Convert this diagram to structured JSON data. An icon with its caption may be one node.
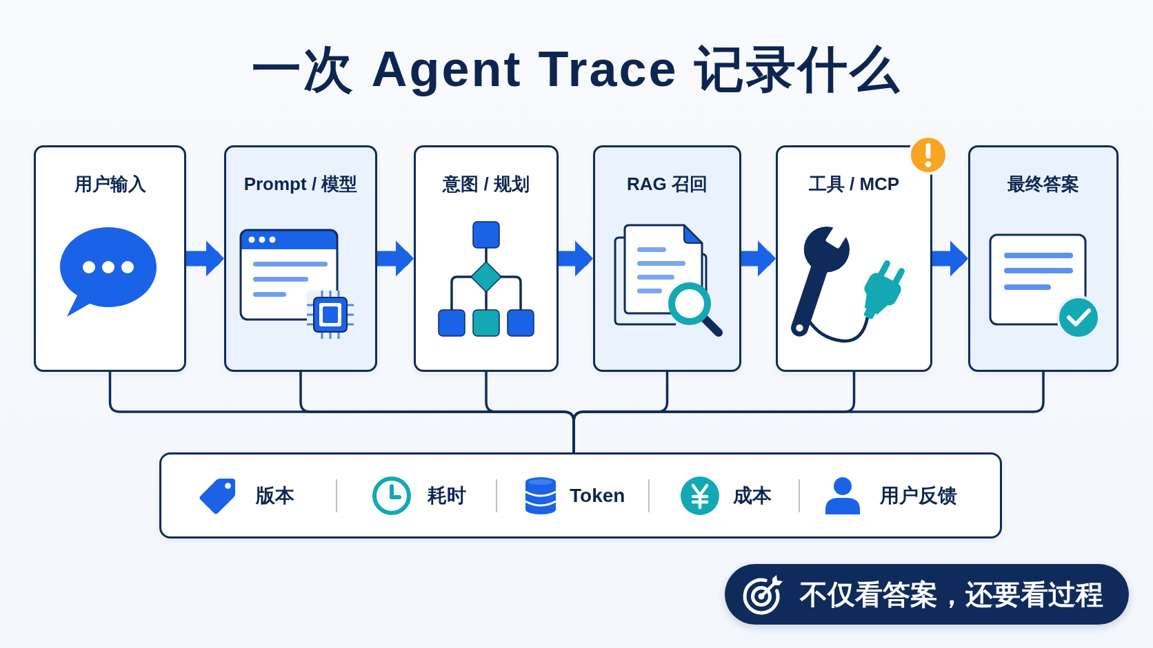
{
  "diagram": {
    "title": "一次 Agent Trace 记录什么",
    "nodes": [
      {
        "text": [
          "用户输入"
        ]
      },
      {
        "text": [
          "Prompt / 模型"
        ]
      },
      {
        "text": [
          "意图 / 规划"
        ]
      },
      {
        "text": [
          "RAG 召回"
        ]
      },
      {
        "text": [
          "工具 / MCP"
        ]
      },
      {
        "text": [
          "最终答案"
        ]
      },
      {
        "text": [
          "版本",
          "耗时",
          "Token",
          "成本",
          "用户反馈"
        ]
      },
      {
        "text": [
          "不仅看答案，还要看过程"
        ]
      }
    ],
    "edges": [
      {
        "from": 0,
        "to": 1,
        "arrow": "to",
        "style": "thick",
        "color": "#1a63e6"
      },
      {
        "from": 1,
        "to": 2,
        "arrow": "to",
        "style": "thick",
        "color": "#1a63e6"
      },
      {
        "from": 2,
        "to": 3,
        "arrow": "to",
        "style": "thick",
        "color": "#1a63e6"
      },
      {
        "from": 3,
        "to": 4,
        "arrow": "to",
        "style": "thick",
        "color": "#1a63e6"
      },
      {
        "from": 4,
        "to": 5,
        "arrow": "to",
        "style": "thick",
        "color": "#1a63e6"
      },
      {
        "from": 0,
        "to": 6,
        "arrow": "none"
      },
      {
        "from": 1,
        "to": 6,
        "arrow": "none"
      },
      {
        "from": 2,
        "to": 6,
        "arrow": "none"
      },
      {
        "from": 3,
        "to": 6,
        "arrow": "none"
      },
      {
        "from": 4,
        "to": 6,
        "arrow": "none"
      },
      {
        "from": 5,
        "to": 6,
        "arrow": "none"
      }
    ]
  }
}
